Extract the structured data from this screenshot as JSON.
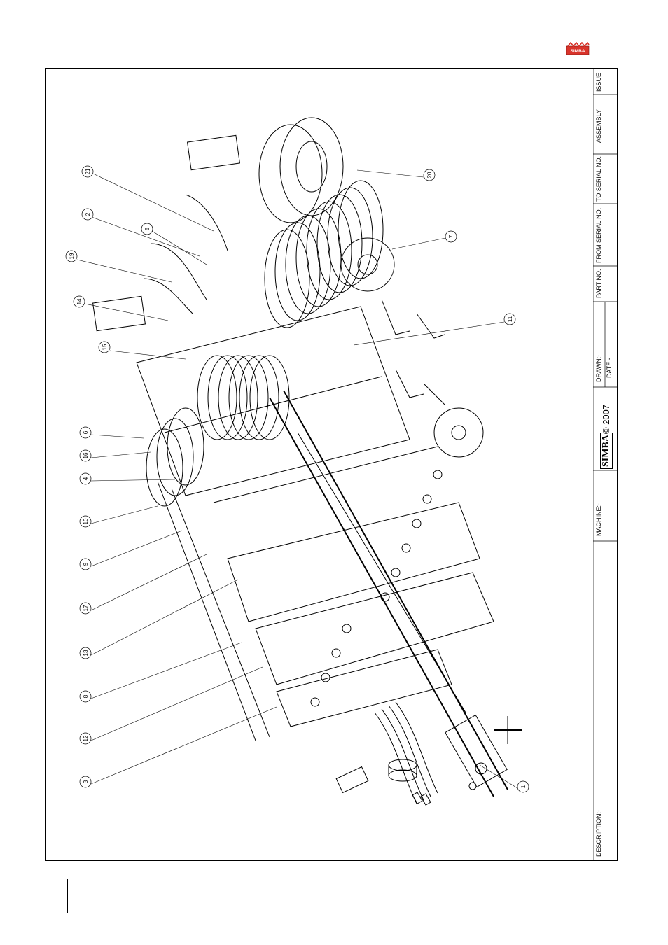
{
  "header": {
    "logo_text": "SIMBA",
    "brand_color": "#d9342b"
  },
  "title_block": {
    "issue_label": "ISSUE",
    "assembly_label": "ASSEMBLY",
    "to_serial_label": "TO SERIAL NO.",
    "from_serial_label": "FROM SERIAL NO.",
    "part_no_label": "PART NO.",
    "drawn_label": "DRAWN:-",
    "date_label": "DATE:-",
    "copyright": "© 2007",
    "company": "SIMBA",
    "machine_label": "MACHINE:-",
    "description_label": "DESCRIPTION:-"
  },
  "callouts": [
    "21",
    "2",
    "5",
    "19",
    "14",
    "15",
    "6",
    "16",
    "4",
    "10",
    "9",
    "17",
    "13",
    "8",
    "12",
    "3",
    "20",
    "7",
    "11",
    "1"
  ]
}
